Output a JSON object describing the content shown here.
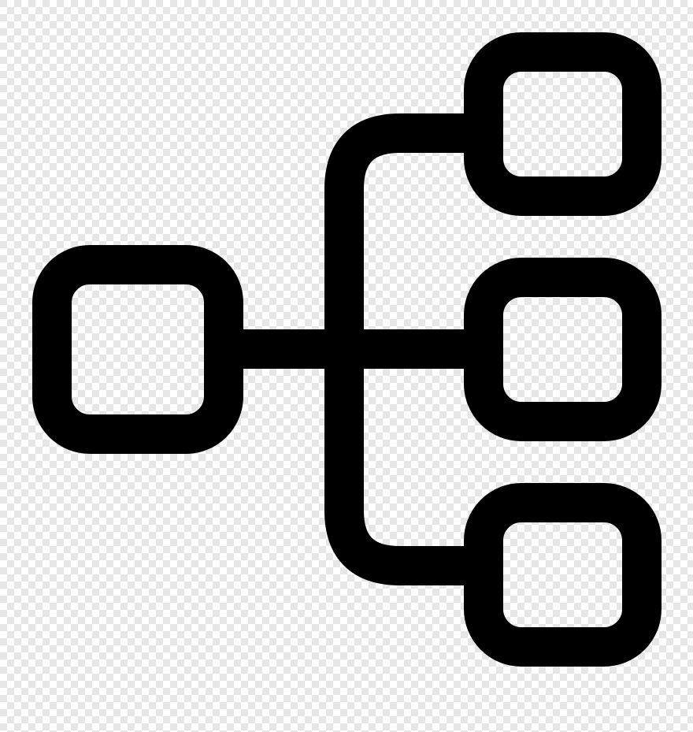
{
  "image": {
    "background": "transparent-checkerboard",
    "checker_light": "#ffffff",
    "checker_dark": "#e6e6e6",
    "icon": {
      "name": "hierarchy-icon",
      "color": "#000000",
      "nodes": [
        "root",
        "child-top",
        "child-middle",
        "child-bottom"
      ]
    }
  }
}
